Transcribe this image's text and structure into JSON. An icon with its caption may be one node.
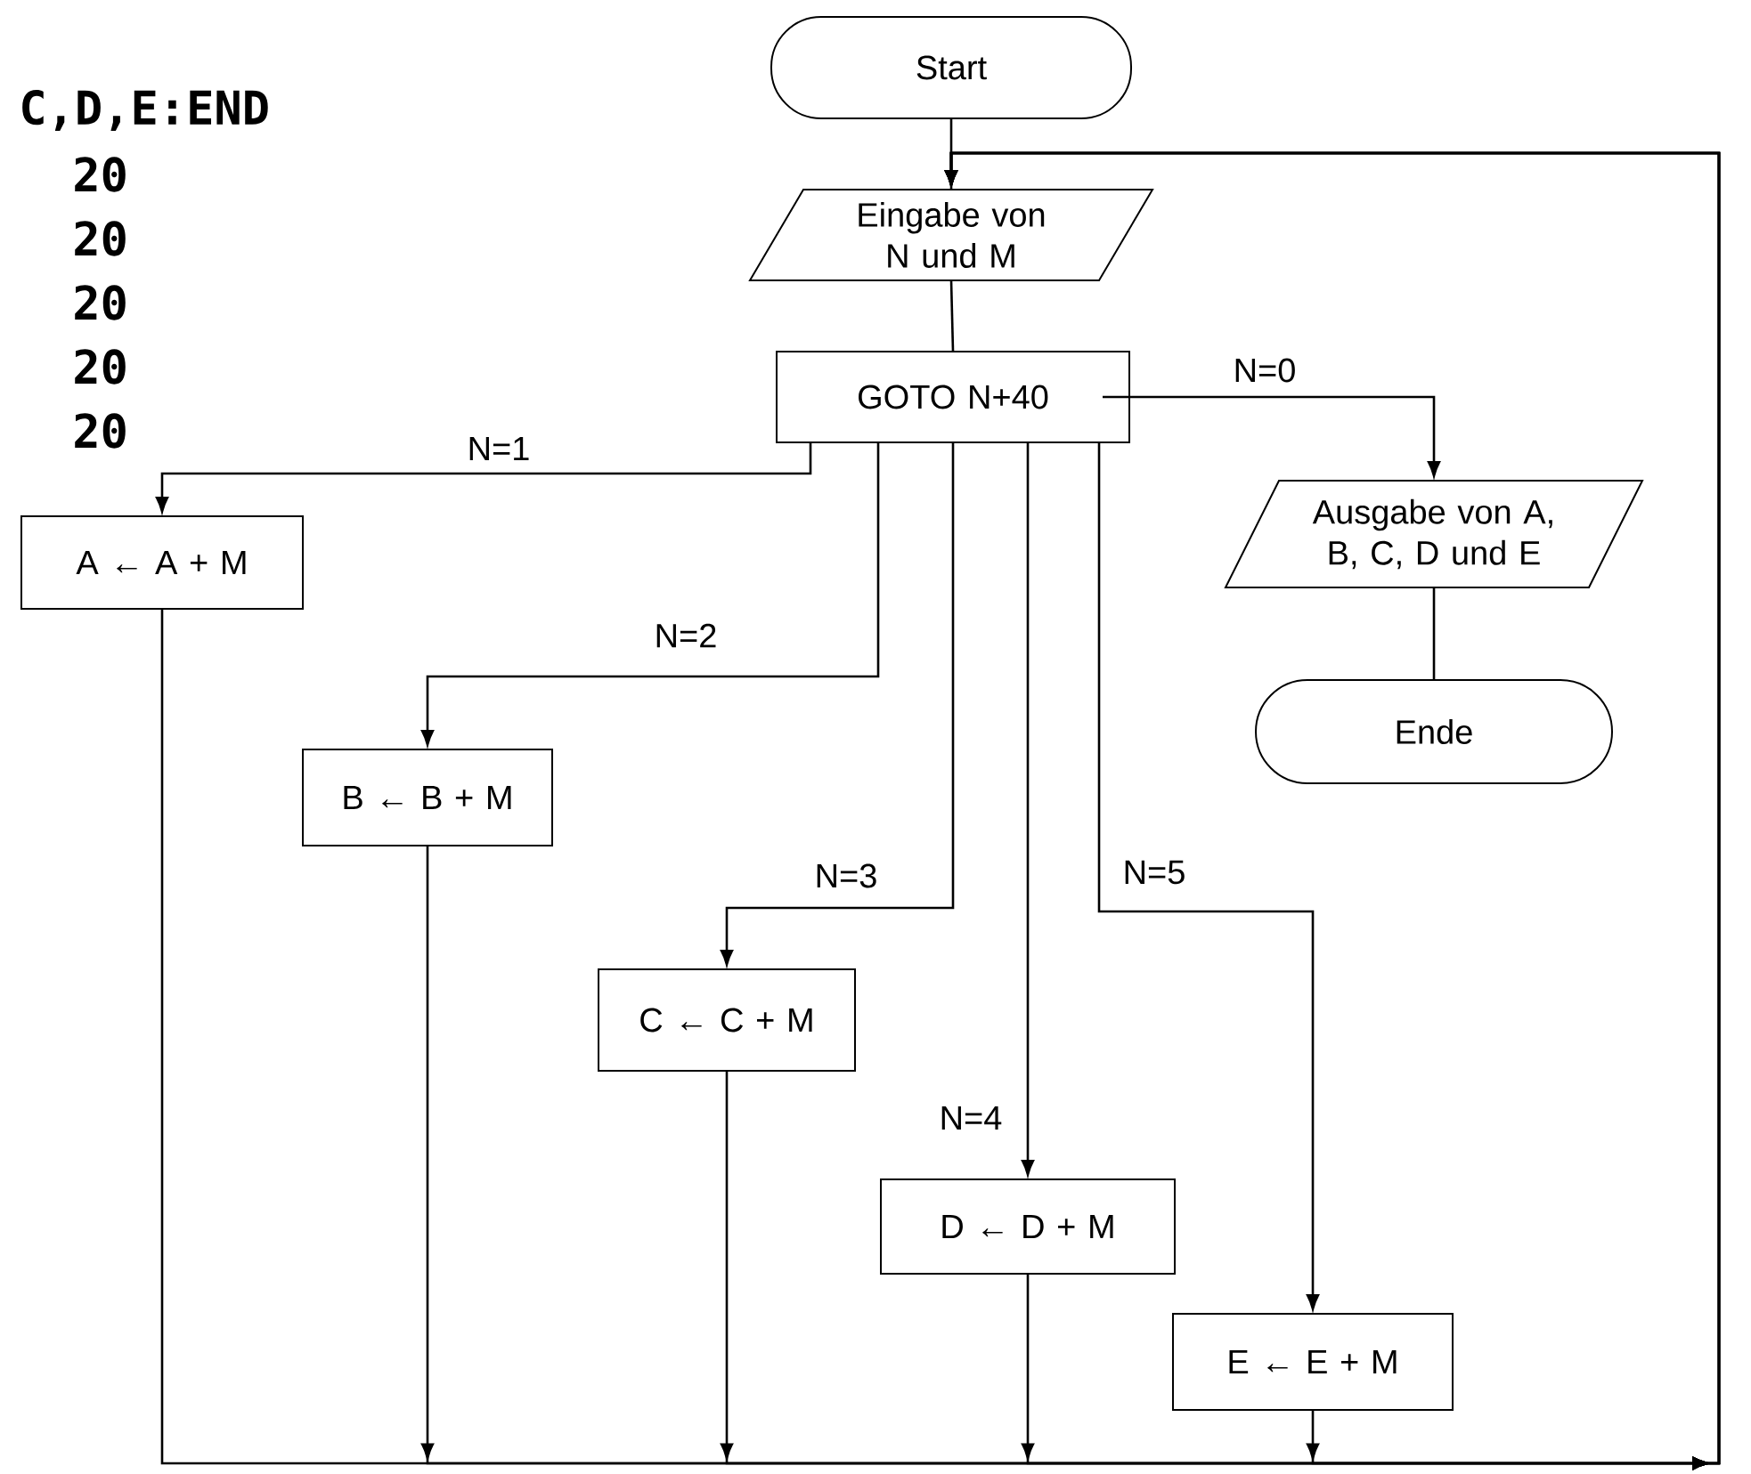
{
  "diagram": {
    "nodes": [
      {
        "text": [
          "Start"
        ]
      },
      {
        "text": [
          "Eingabe von N und M"
        ]
      },
      {
        "text": [
          "GOTO N+40"
        ]
      },
      {
        "text": [
          "Ausgabe von A, B, C, D und E"
        ]
      },
      {
        "text": [
          "Ende"
        ]
      },
      {
        "text": [
          "A ← A + M"
        ]
      },
      {
        "text": [
          "B ← B + M"
        ]
      },
      {
        "text": [
          "C ← C + M"
        ]
      },
      {
        "text": [
          "D ← D + M"
        ]
      },
      {
        "text": [
          "E ← E + M"
        ]
      }
    ],
    "edges": [
      {
        "from": 0,
        "to": 1,
        "arrow": "none"
      },
      {
        "from": 1,
        "to": 2,
        "arrow": "none"
      },
      {
        "from": 2,
        "to": 3,
        "arrow": "to",
        "label": "N=0"
      },
      {
        "from": 3,
        "to": 4,
        "arrow": "none"
      },
      {
        "from": 2,
        "to": 5,
        "arrow": "to",
        "label": "N=1"
      },
      {
        "from": 2,
        "to": 6,
        "arrow": "to",
        "label": "N=2"
      },
      {
        "from": 2,
        "to": 7,
        "arrow": "to",
        "label": "N=3"
      },
      {
        "from": 2,
        "to": 8,
        "arrow": "to",
        "label": "N=4"
      },
      {
        "from": 2,
        "to": 9,
        "arrow": "to",
        "label": "N=5"
      },
      {
        "from": 5,
        "to": 1,
        "arrow": "to"
      },
      {
        "from": 6,
        "to": 1,
        "arrow": "to"
      },
      {
        "from": 7,
        "to": 1,
        "arrow": "to"
      },
      {
        "from": 8,
        "to": 1,
        "arrow": "to"
      },
      {
        "from": 9,
        "to": 1,
        "arrow": "to"
      }
    ],
    "labels": [
      "C,D,E:END",
      "20",
      "20",
      "20",
      "20",
      "20"
    ]
  }
}
